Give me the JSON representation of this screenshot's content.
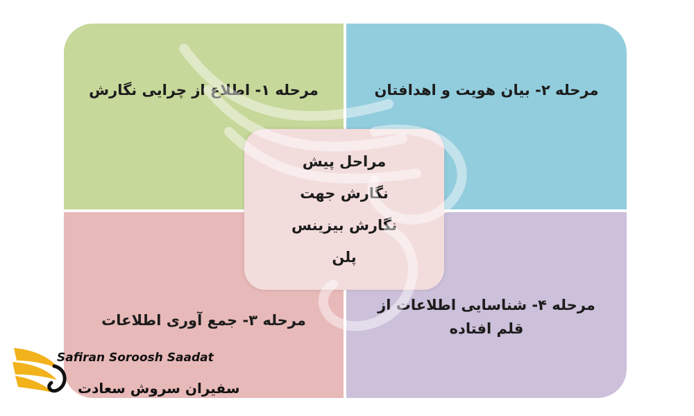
{
  "diagram": {
    "center": "مراحل پیش نگارش جهت نگارش بیزینس پلن",
    "stages": [
      {
        "text": "مرحله ۱- اطلاع از چرایی نگارش",
        "color": "#c6d89a"
      },
      {
        "text": "مرحله ۲- بیان هویت و اهدافتان",
        "color": "#92cddd"
      },
      {
        "text": "مرحله ۳- جمع آوری اطلاعات",
        "color": "#e7b9b8"
      },
      {
        "text": "مرحله ۴- شناسایی اطلاعات از قلم افتاده",
        "color": "#ccc0da"
      }
    ]
  },
  "logo": {
    "name_en": "Safiran Soroosh Saadat",
    "name_fa": "سفیران سروش سعادت",
    "accent": "#f2b21b"
  }
}
